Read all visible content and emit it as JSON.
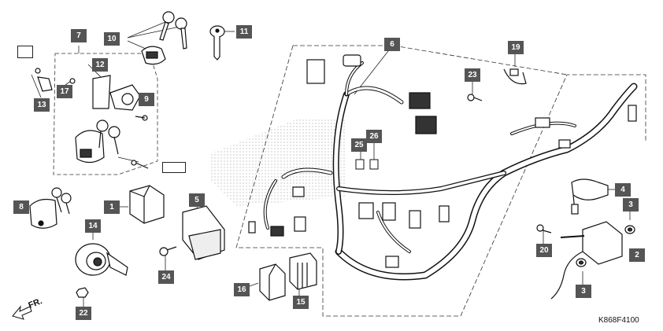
{
  "callouts": {
    "c1": "1",
    "c2": "2",
    "c3a": "3",
    "c3b": "3",
    "c4": "4",
    "c5": "5",
    "c6": "6",
    "c7": "7",
    "c8": "8",
    "c9": "9",
    "c10": "10",
    "c11": "11",
    "c12": "12",
    "c13": "13",
    "c14": "14",
    "c15": "15",
    "c16": "16",
    "c17": "17",
    "c19": "19",
    "c20": "20",
    "c22": "22",
    "c23": "23",
    "c24": "24",
    "c25": "25",
    "c26": "26"
  },
  "direction_label": "FR.",
  "figure_code": "K868F4100",
  "colors": {
    "callout_bg": "#555555",
    "line": "#222222",
    "shading": "#cfcfcf"
  }
}
